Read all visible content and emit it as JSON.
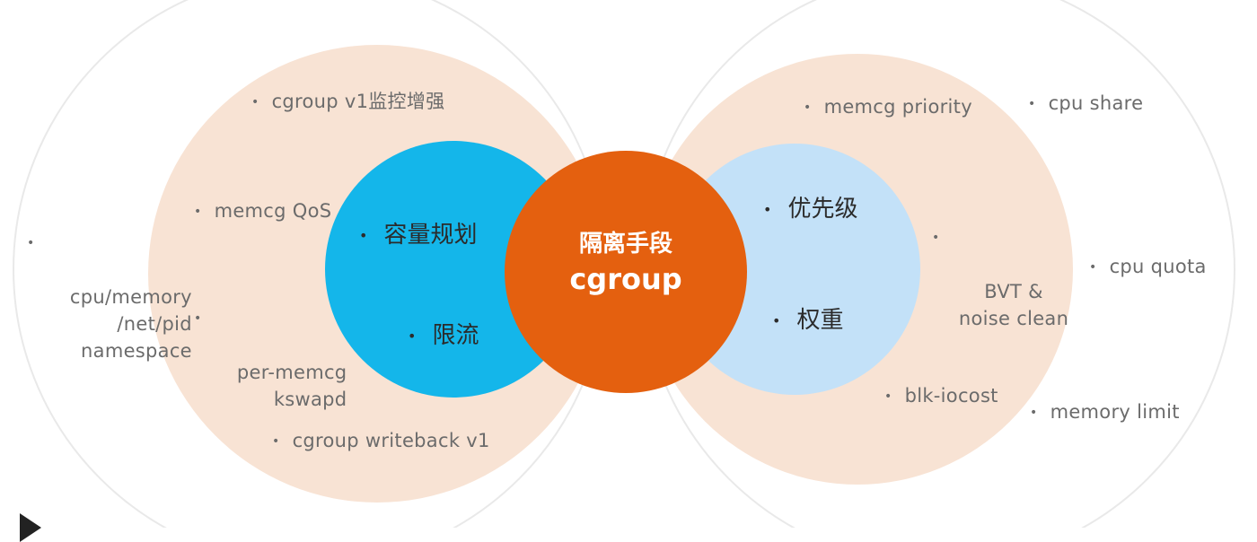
{
  "colors": {
    "outer_ring": "#e9e9e9",
    "peach": "#f8e3d4",
    "cyan": "#14b6ea",
    "light_blue": "#c3e1f8",
    "orange": "#e4600f"
  },
  "center": {
    "line1": "隔离手段",
    "line2": "cgroup"
  },
  "left": {
    "outer_items": [
      "cpu/memory\n/net/pid\nnamespace"
    ],
    "peach_items": [
      "cgroup v1监控增强",
      "memcg QoS",
      "per-memcg\nkswapd",
      "cgroup writeback v1"
    ],
    "inner_items": [
      "容量规划",
      "限流"
    ]
  },
  "right": {
    "outer_items": [
      "cpu share",
      "cpu quota",
      "memory limit"
    ],
    "peach_items": [
      "memcg priority",
      "BVT &\nnoise clean",
      "blk-iocost"
    ],
    "inner_items": [
      "优先级",
      "权重"
    ]
  },
  "bullet": "•"
}
